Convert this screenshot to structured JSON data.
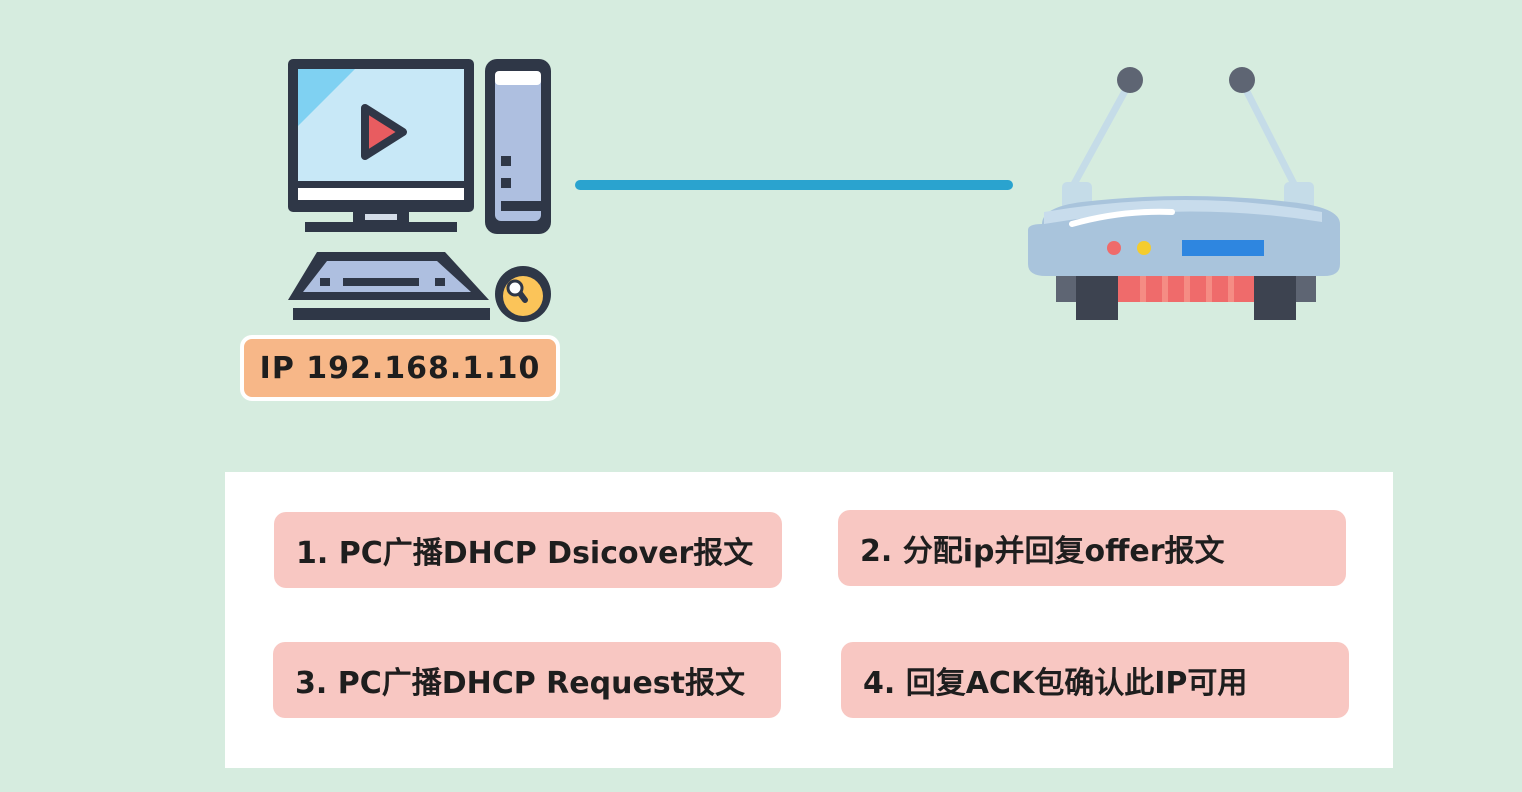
{
  "device": {
    "ip_label": "IP 192.168.1.10"
  },
  "steps": [
    {
      "label": "1. PC广播DHCP Dsicover报文"
    },
    {
      "label": "2. 分配ip并回复offer报文"
    },
    {
      "label": "3. PC广播DHCP Request报文"
    },
    {
      "label": "4. 回复ACK包确认此IP可用"
    }
  ],
  "colors": {
    "background": "#d6ecdf",
    "cable": "#2aa3cf",
    "ip_badge": "#f7b788",
    "step_box": "#f8c7c2",
    "panel": "#ffffff"
  },
  "icons": [
    "computer-icon",
    "play-icon",
    "mouse-icon",
    "router-icon"
  ]
}
